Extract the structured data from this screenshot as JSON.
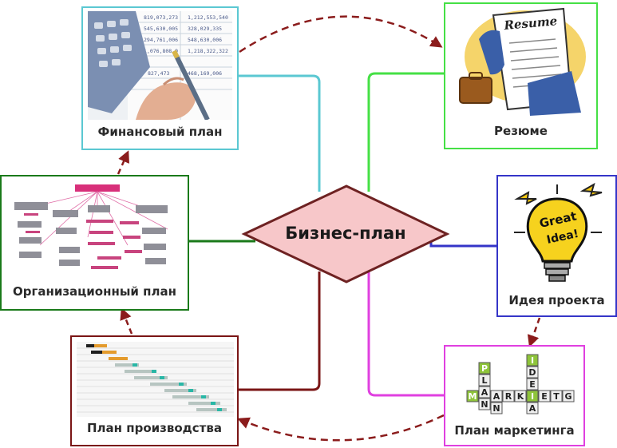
{
  "center": {
    "label": "Бизнес-план"
  },
  "nodes": {
    "financial": {
      "label": "Финансовый план",
      "spreadsheet_values": [
        "819,073,273",
        "545,630,005",
        "294,761,006",
        "1,076,808,9",
        "1,212,553,540",
        "328,029,335",
        "548,630,006",
        "1,218,322,322",
        "827,473",
        "468,169,006"
      ]
    },
    "resume": {
      "label": "Резюме",
      "paper_title": "Resume"
    },
    "organization": {
      "label": "Организационный план"
    },
    "idea": {
      "label": "Идея проекта",
      "bulb_text": [
        "Great",
        "Idea!"
      ]
    },
    "production": {
      "label": "План производства"
    },
    "marketing": {
      "label": "План маркетинга",
      "tiles": [
        "P",
        "L",
        "A",
        "N",
        "I",
        "D",
        "E",
        "A",
        "M",
        "A",
        "R",
        "K",
        "E",
        "T",
        "I",
        "N",
        "G"
      ]
    }
  },
  "colors": {
    "financial": "#5bc8d2",
    "resume": "#45e045",
    "organization": "#1a7a1a",
    "idea": "#3535c8",
    "production": "#7a1515",
    "marketing": "#e040e0",
    "center_fill": "#f7c7c9",
    "center_stroke": "#6e2222",
    "arrows": "#8b1c1c"
  }
}
